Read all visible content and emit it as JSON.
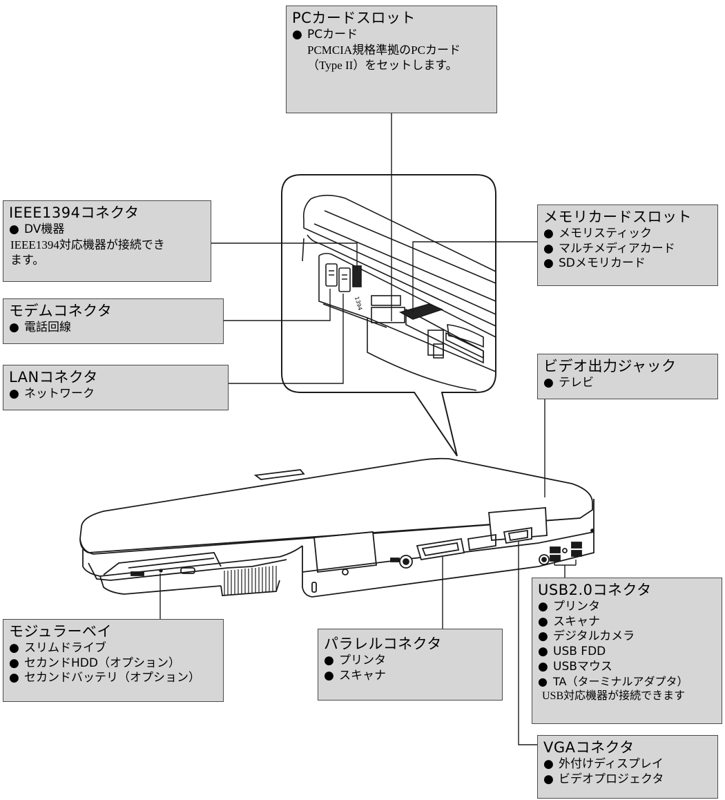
{
  "callouts": {
    "pc_card": {
      "title": "PCカードスロット",
      "items": [
        "PCカード"
      ],
      "note": "PCMCIA規格準拠のPCカード（Type II）をセットします。"
    },
    "ieee1394": {
      "title": "IEEE1394コネクタ",
      "items": [
        "DV機器"
      ],
      "note": "IEEE1394対応機器が接続できます。"
    },
    "modem": {
      "title": "モデムコネクタ",
      "items": [
        "電話回線"
      ]
    },
    "lan": {
      "title": "LANコネクタ",
      "items": [
        "ネットワーク"
      ]
    },
    "memory_card": {
      "title": "メモリカードスロット",
      "items": [
        "メモリスティック",
        "マルチメディアカード",
        "SDメモリカード"
      ]
    },
    "video_out": {
      "title": "ビデオ出力ジャック",
      "items": [
        "テレビ"
      ]
    },
    "usb": {
      "title": "USB2.0コネクタ",
      "items": [
        "プリンタ",
        "スキャナ",
        "デジタルカメラ",
        "USB FDD",
        "USBマウス",
        "TA（ターミナルアダプタ）"
      ],
      "note": "USB対応機器が接続できます"
    },
    "module_bay": {
      "title": "モジュラーベイ",
      "items": [
        "スリムドライブ",
        "セカンドHDD（オプション）",
        "セカンドバッテリ（オプション）"
      ]
    },
    "parallel": {
      "title": "パラレルコネクタ",
      "items": [
        "プリンタ",
        "スキャナ"
      ]
    },
    "vga": {
      "title": "VGAコネクタ",
      "items": [
        "外付けディスプレイ",
        "ビデオプロジェクタ"
      ]
    }
  },
  "bullet": "●",
  "port_labels": {
    "ieee": "1394"
  }
}
